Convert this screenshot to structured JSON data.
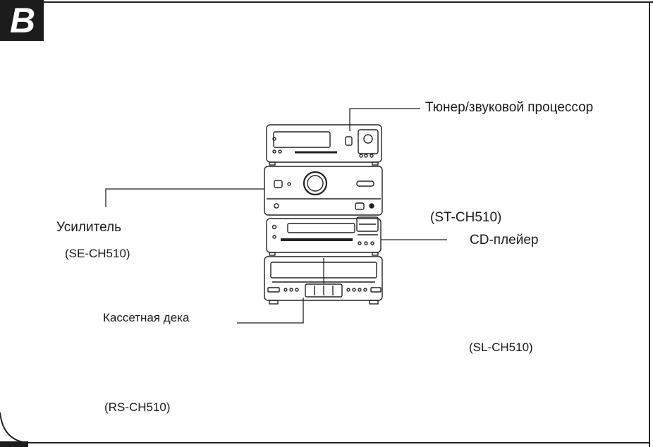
{
  "badge": {
    "letter": "B"
  },
  "labels": {
    "tuner": "Тюнер/звуковой процессор",
    "tuner_model": "(ST-CH510)",
    "amplifier": "Усилитель",
    "amplifier_model": "(SE-CH510)",
    "cd_player": "CD-плейер",
    "cd_model": "(SL-CH510)",
    "cassette": "Кассетная дека",
    "cassette_model": "(RS-CH510)"
  }
}
